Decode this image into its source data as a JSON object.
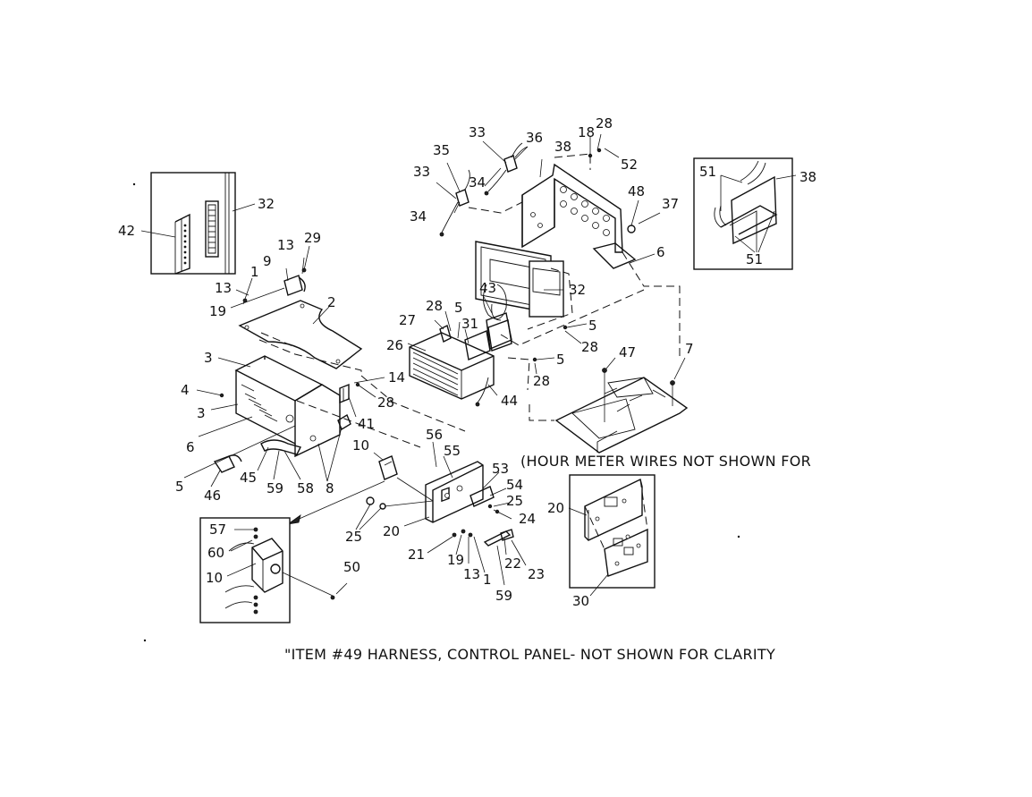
{
  "notes": {
    "hour_meter": "(HOUR METER WIRES NOT SHOWN FOR",
    "harness": "\"ITEM #49 HARNESS, CONTROL PANEL- NOT SHOWN FOR CLARITY"
  },
  "callouts": [
    {
      "id": "c-42",
      "label": "42"
    },
    {
      "id": "c-32a",
      "label": "32"
    },
    {
      "id": "c-13a",
      "label": "13"
    },
    {
      "id": "c-29",
      "label": "29"
    },
    {
      "id": "c-9",
      "label": "9"
    },
    {
      "id": "c-1a",
      "label": "1"
    },
    {
      "id": "c-13b",
      "label": "13"
    },
    {
      "id": "c-19a",
      "label": "19"
    },
    {
      "id": "c-2",
      "label": "2"
    },
    {
      "id": "c-3a",
      "label": "3"
    },
    {
      "id": "c-4",
      "label": "4"
    },
    {
      "id": "c-3b",
      "label": "3"
    },
    {
      "id": "c-6a",
      "label": "6"
    },
    {
      "id": "c-14",
      "label": "14"
    },
    {
      "id": "c-28a",
      "label": "28"
    },
    {
      "id": "c-41",
      "label": "41"
    },
    {
      "id": "c-5a",
      "label": "5"
    },
    {
      "id": "c-45",
      "label": "45"
    },
    {
      "id": "c-59a",
      "label": "59"
    },
    {
      "id": "c-58",
      "label": "58"
    },
    {
      "id": "c-8",
      "label": "8"
    },
    {
      "id": "c-46",
      "label": "46"
    },
    {
      "id": "c-10a",
      "label": "10"
    },
    {
      "id": "c-56",
      "label": "56"
    },
    {
      "id": "c-55",
      "label": "55"
    },
    {
      "id": "c-53",
      "label": "53"
    },
    {
      "id": "c-54",
      "label": "54"
    },
    {
      "id": "c-25a",
      "label": "25"
    },
    {
      "id": "c-24",
      "label": "24"
    },
    {
      "id": "c-25b",
      "label": "25"
    },
    {
      "id": "c-20a",
      "label": "20"
    },
    {
      "id": "c-21",
      "label": "21"
    },
    {
      "id": "c-19b",
      "label": "19"
    },
    {
      "id": "c-13c",
      "label": "13"
    },
    {
      "id": "c-1b",
      "label": "1"
    },
    {
      "id": "c-22",
      "label": "22"
    },
    {
      "id": "c-23",
      "label": "23"
    },
    {
      "id": "c-59b",
      "label": "59"
    },
    {
      "id": "c-57",
      "label": "57"
    },
    {
      "id": "c-60",
      "label": "60"
    },
    {
      "id": "c-10b",
      "label": "10"
    },
    {
      "id": "c-50",
      "label": "50"
    },
    {
      "id": "c-33a",
      "label": "33"
    },
    {
      "id": "c-36",
      "label": "36"
    },
    {
      "id": "c-35",
      "label": "35"
    },
    {
      "id": "c-33b",
      "label": "33"
    },
    {
      "id": "c-34a",
      "label": "34"
    },
    {
      "id": "c-34b",
      "label": "34"
    },
    {
      "id": "c-38a",
      "label": "38"
    },
    {
      "id": "c-18",
      "label": "18"
    },
    {
      "id": "c-28b",
      "label": "28"
    },
    {
      "id": "c-52",
      "label": "52"
    },
    {
      "id": "c-48",
      "label": "48"
    },
    {
      "id": "c-37",
      "label": "37"
    },
    {
      "id": "c-6b",
      "label": "6"
    },
    {
      "id": "c-32b",
      "label": "32"
    },
    {
      "id": "c-43",
      "label": "43"
    },
    {
      "id": "c-28c",
      "label": "28"
    },
    {
      "id": "c-5b",
      "label": "5"
    },
    {
      "id": "c-27",
      "label": "27"
    },
    {
      "id": "c-31",
      "label": "31"
    },
    {
      "id": "c-26",
      "label": "26"
    },
    {
      "id": "c-5c",
      "label": "5"
    },
    {
      "id": "c-28d",
      "label": "28"
    },
    {
      "id": "c-5d",
      "label": "5"
    },
    {
      "id": "c-28e",
      "label": "28"
    },
    {
      "id": "c-44",
      "label": "44"
    },
    {
      "id": "c-47",
      "label": "47"
    },
    {
      "id": "c-7",
      "label": "7"
    },
    {
      "id": "c-51a",
      "label": "51"
    },
    {
      "id": "c-38b",
      "label": "38"
    },
    {
      "id": "c-51b",
      "label": "51"
    },
    {
      "id": "c-20b",
      "label": "20"
    },
    {
      "id": "c-30",
      "label": "30"
    }
  ]
}
